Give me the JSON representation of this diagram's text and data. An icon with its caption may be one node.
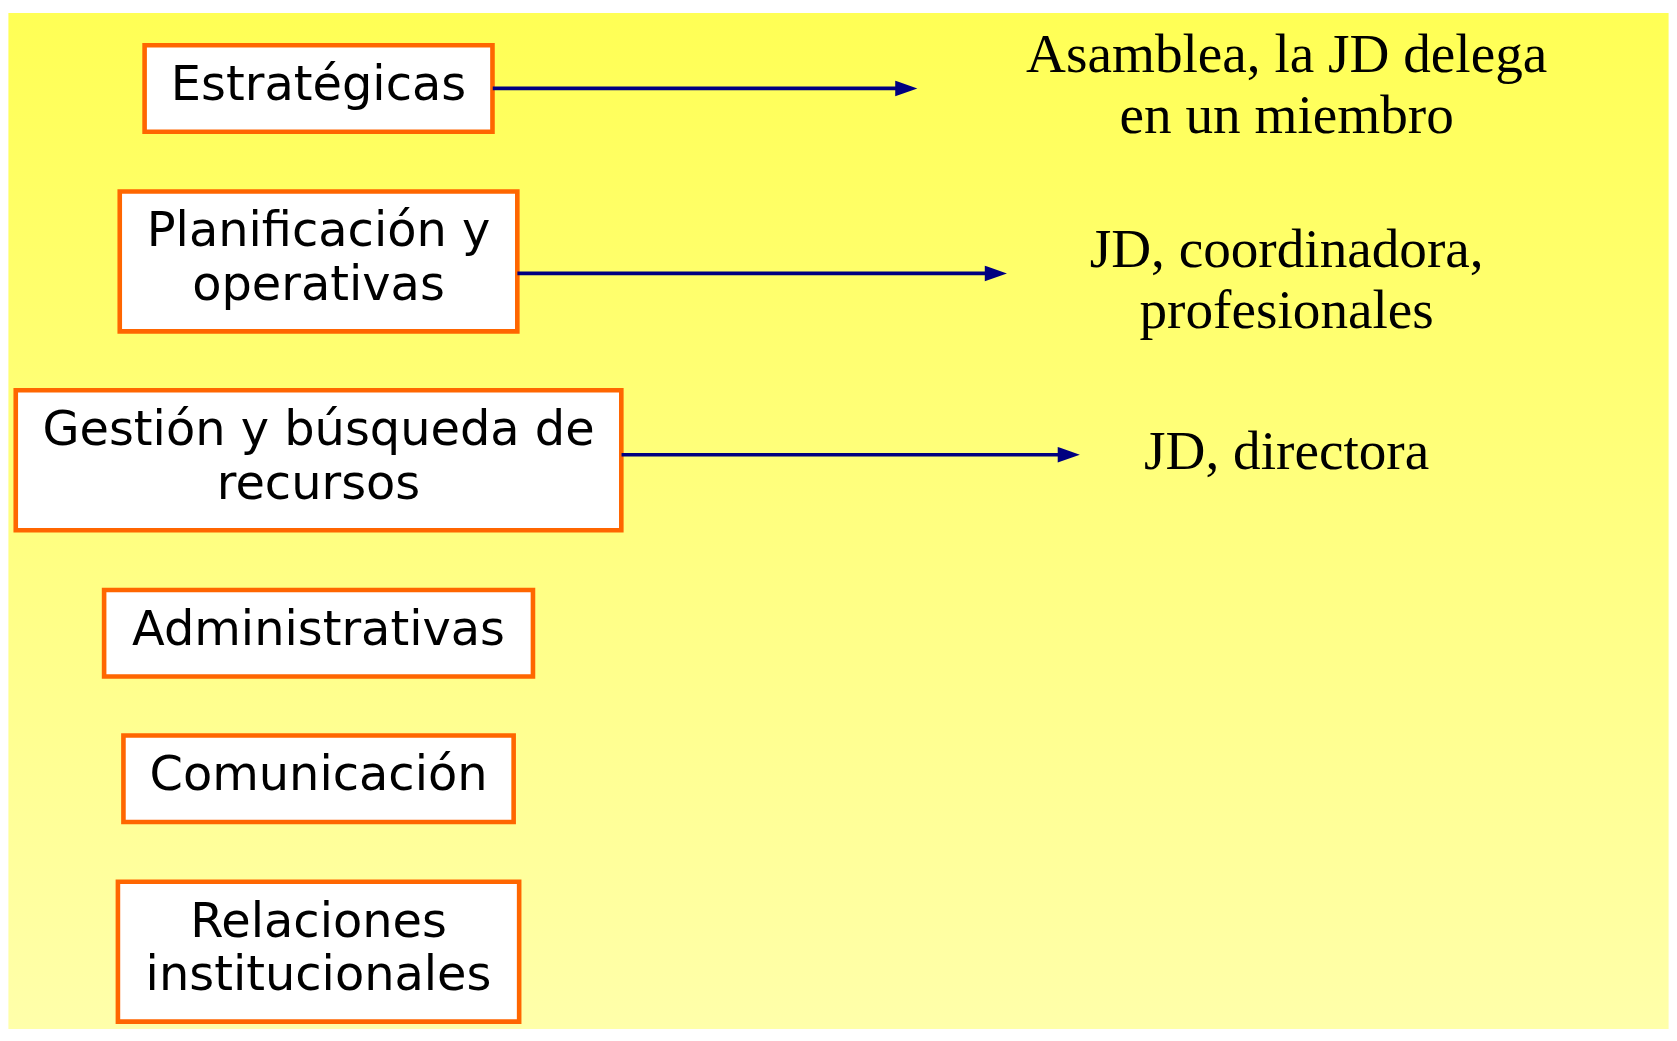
{
  "diagram": {
    "nodes": [
      {
        "text": [
          "Estratégicas"
        ]
      },
      {
        "text": [
          "Planificación y operativas"
        ]
      },
      {
        "text": [
          "Gestión y búsqueda de recursos"
        ]
      },
      {
        "text": [
          "Administrativas"
        ]
      },
      {
        "text": [
          "Comunicación"
        ]
      },
      {
        "text": [
          "Relaciones institucionales"
        ]
      },
      {
        "text": [
          "Asamblea, la JD delega en un miembro"
        ]
      },
      {
        "text": [
          "JD, coordinadora, profesionales"
        ]
      },
      {
        "text": [
          "JD, directora"
        ]
      }
    ],
    "edges": [
      {
        "from": 0,
        "to": 6,
        "arrow": "to"
      },
      {
        "from": 1,
        "to": 7,
        "arrow": "to"
      },
      {
        "from": 2,
        "to": 8,
        "arrow": "to"
      }
    ]
  }
}
